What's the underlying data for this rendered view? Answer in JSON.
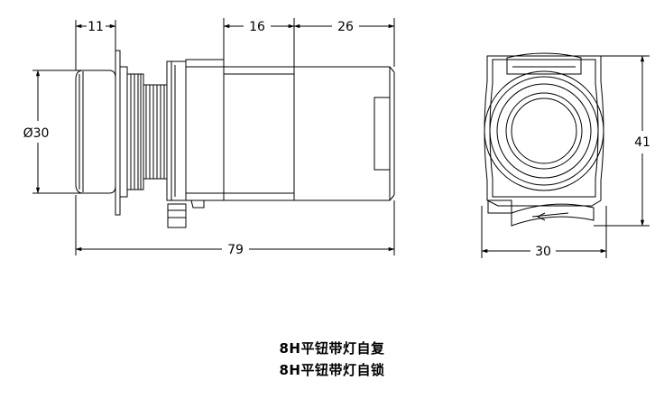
{
  "dimensions": {
    "bezel_depth": "11",
    "body_front": "16",
    "body_rear": "26",
    "head_diameter": "Ø30",
    "total_length": "79",
    "height": "41",
    "width": "30"
  },
  "captions": [
    "8H平钮带灯自复",
    "8H平钮带灯自锁"
  ]
}
